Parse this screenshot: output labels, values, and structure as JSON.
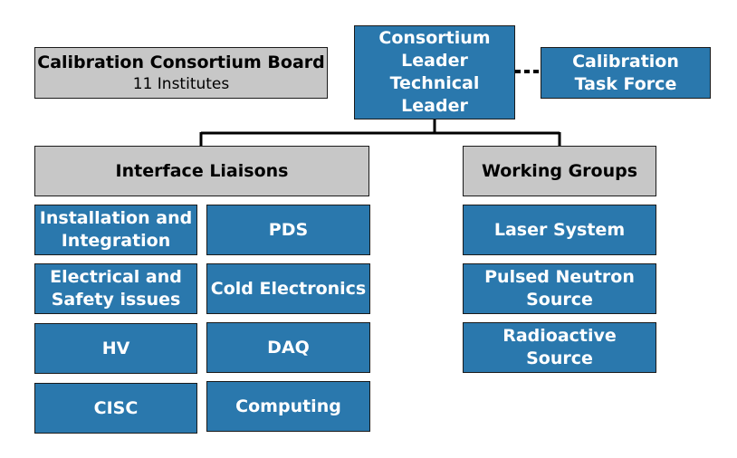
{
  "board": {
    "title": "Calibration Consortium Board",
    "subtitle": "11 Institutes"
  },
  "leader": {
    "lines": [
      "Consortium",
      "Leader",
      "Technical",
      "Leader"
    ]
  },
  "task_force": {
    "lines": [
      "Calibration",
      "Task Force"
    ]
  },
  "interface": {
    "header": "Interface Liaisons",
    "left": [
      [
        "Installation and",
        "Integration"
      ],
      [
        "Electrical and",
        "Safety issues"
      ],
      [
        "HV"
      ],
      [
        "CISC"
      ]
    ],
    "right": [
      [
        "PDS"
      ],
      [
        "Cold Electronics"
      ],
      [
        "DAQ"
      ],
      [
        "Computing"
      ]
    ]
  },
  "working": {
    "header": "Working Groups",
    "items": [
      [
        "Laser System"
      ],
      [
        "Pulsed Neutron",
        "Source"
      ],
      [
        "Radioactive",
        "Source"
      ]
    ]
  },
  "colors": {
    "box_blue": "#2a78ad",
    "box_grey": "#c7c7c7",
    "line": "#000000"
  }
}
